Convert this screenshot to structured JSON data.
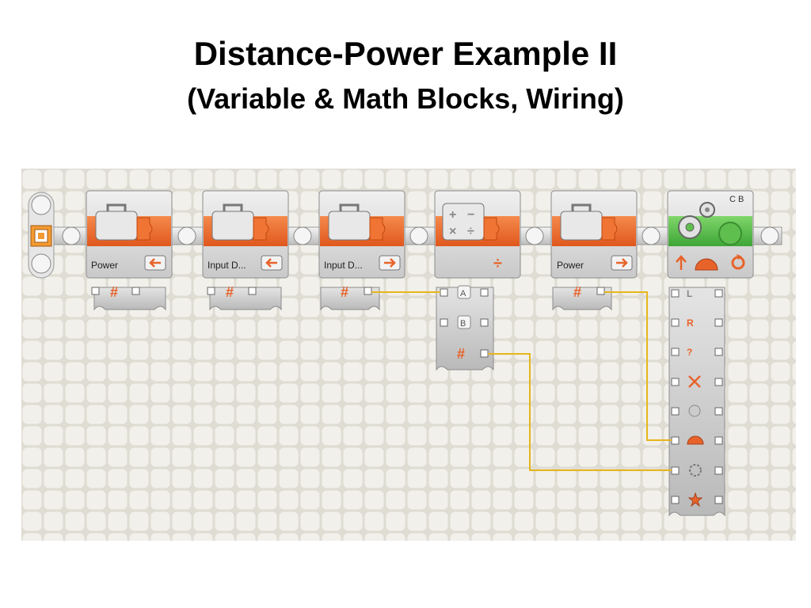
{
  "slide": {
    "title": "Distance-Power Example II",
    "subtitle": "(Variable & Math Blocks, Wiring)"
  },
  "program": {
    "blocks": [
      {
        "id": "var1",
        "kind": "variable",
        "label": "Power",
        "mode": "read",
        "icon": "suitcase-icon"
      },
      {
        "id": "var2",
        "kind": "variable",
        "label": "Input D...",
        "mode": "read",
        "icon": "suitcase-icon"
      },
      {
        "id": "var3",
        "kind": "variable",
        "label": "Input D...",
        "mode": "write",
        "icon": "suitcase-icon"
      },
      {
        "id": "math",
        "kind": "math",
        "operation": "divide",
        "icon": "math-operators-icon",
        "ports": [
          "A",
          "B",
          "#"
        ]
      },
      {
        "id": "var4",
        "kind": "variable",
        "label": "Power",
        "mode": "write",
        "icon": "suitcase-icon"
      },
      {
        "id": "motor",
        "kind": "motor",
        "ports_label": "C B",
        "icon": "gears-icon"
      }
    ],
    "wires": [
      {
        "from": "Input D... #",
        "to": "Math A"
      },
      {
        "from": "Power #",
        "to": "Motor power"
      },
      {
        "from": "Math #",
        "to": "Motor duration"
      }
    ],
    "colors": {
      "orange": "#e8632a",
      "green": "#5fbf4e",
      "wire": "#e7b51b",
      "block_gray": "#d4d4d4",
      "grid": "#e9e8e1"
    }
  }
}
